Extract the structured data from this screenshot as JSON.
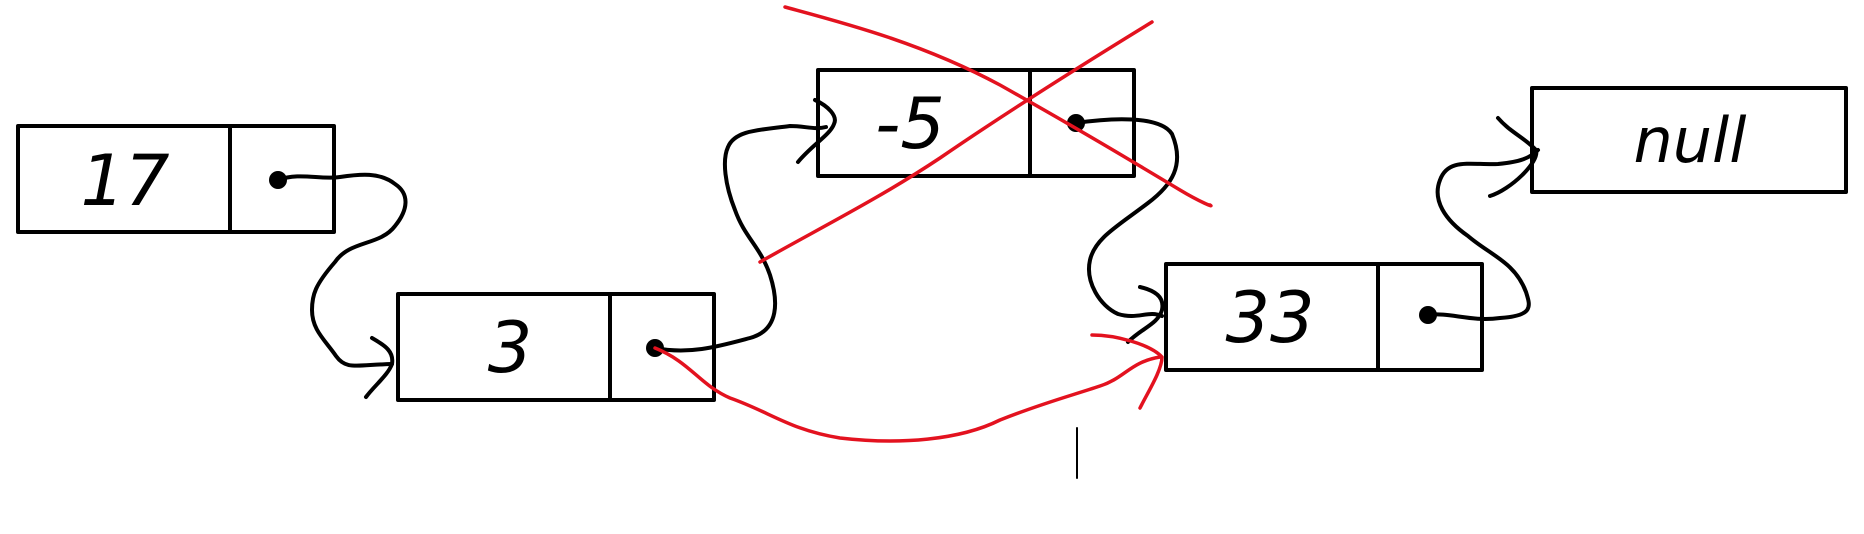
{
  "diagram": {
    "nodes": [
      {
        "value": "17"
      },
      {
        "value": "3"
      },
      {
        "value": "-5"
      },
      {
        "value": "33"
      }
    ],
    "terminal": "null",
    "colors": {
      "ink": "#000000",
      "edit": "#e3121f"
    }
  }
}
